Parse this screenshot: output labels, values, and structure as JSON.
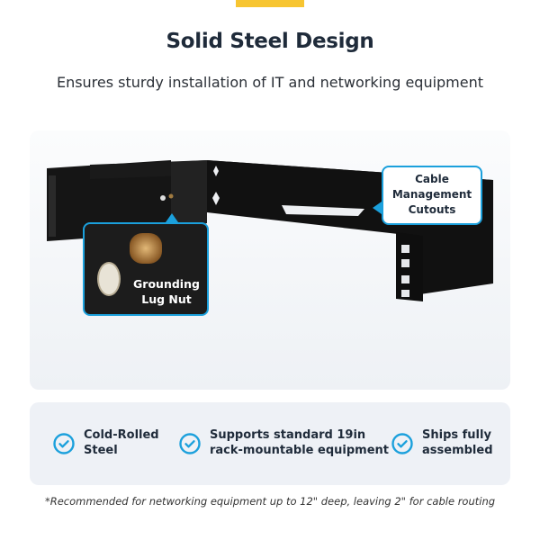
{
  "header": {
    "title": "Solid Steel Design",
    "subtitle": "Ensures sturdy installation of IT and networking equipment"
  },
  "colors": {
    "accent_bar": "#f7c531",
    "callout_border": "#1ba0dc",
    "check_icon": "#1ba0dc"
  },
  "callouts": {
    "grounding": "Grounding Lug Nut",
    "cable_line1": "Cable",
    "cable_line2": "Management",
    "cable_line3": "Cutouts"
  },
  "features": [
    {
      "icon": "check-circle-icon",
      "line1": "Cold-Rolled",
      "line2": "Steel"
    },
    {
      "icon": "check-circle-icon",
      "line1": "Supports standard 19in",
      "line2": "rack-mountable equipment"
    },
    {
      "icon": "check-circle-icon",
      "line1": "Ships fully",
      "line2": "assembled"
    }
  ],
  "footnote": "*Recommended for networking equipment up to 12\" deep, leaving 2\" for cable routing"
}
